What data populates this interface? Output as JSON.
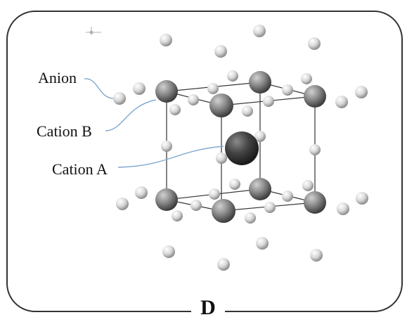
{
  "figure": {
    "panel_letter": "D",
    "labels": {
      "anion": "Anion",
      "cation_b": "Cation B",
      "cation_a": "Cation A"
    }
  },
  "colors": {
    "frame": "#333333",
    "anion": "#d6d6d6",
    "cation_b": "#7f7f7f",
    "cation_a": "#3a3a3a",
    "leader_line": "#7fa9d1",
    "edge": "#333333"
  }
}
